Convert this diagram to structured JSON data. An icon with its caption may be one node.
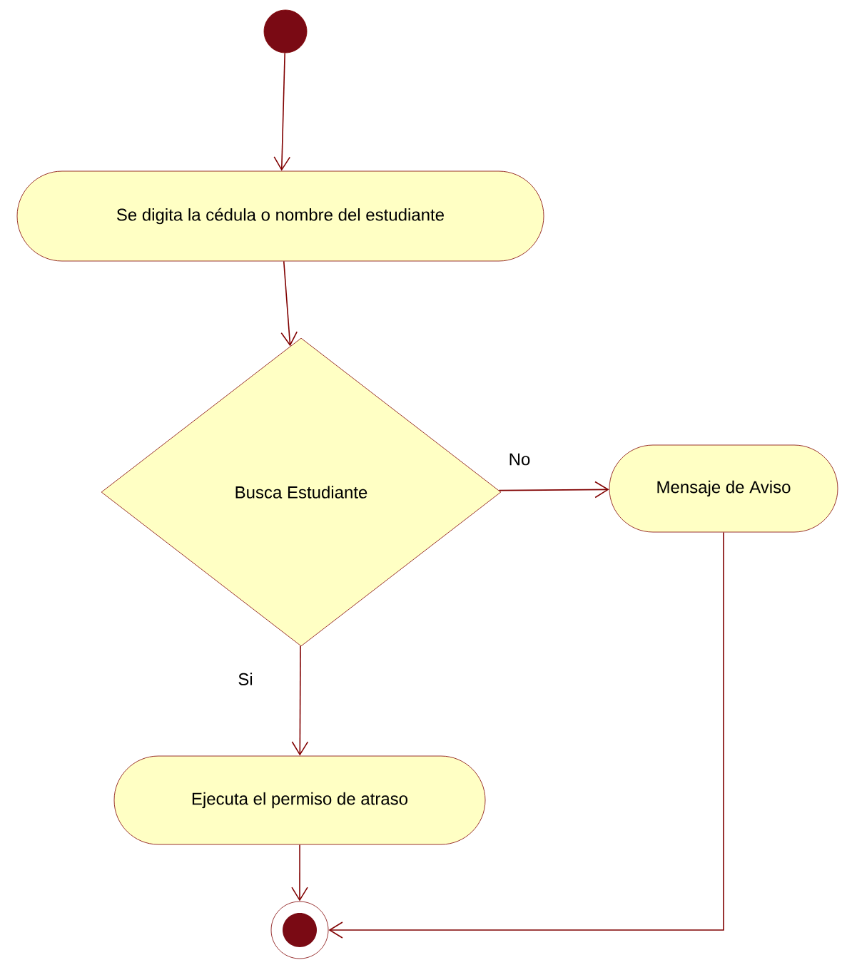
{
  "diagram": {
    "nodes": [
      {
        "text": [],
        "shape": "circle"
      },
      {
        "text": [
          "Se digita la cédula o nombre del estudiante"
        ]
      },
      {
        "text": [
          "Busca Estudiante"
        ]
      },
      {
        "text": [
          "Mensaje de Aviso"
        ]
      },
      {
        "text": [
          "Ejecuta el permiso de atraso"
        ]
      },
      {
        "text": [],
        "shape": "circle"
      }
    ],
    "edges": [
      {
        "from": 0,
        "to": 1,
        "arrow": "to"
      },
      {
        "from": 1,
        "to": 2,
        "arrow": "to"
      },
      {
        "from": 2,
        "to": 3,
        "arrow": "to",
        "label": "No"
      },
      {
        "from": 2,
        "to": 4,
        "arrow": "to",
        "label": "Si"
      },
      {
        "from": 4,
        "to": 5,
        "arrow": "to"
      },
      {
        "from": 3,
        "to": 5,
        "arrow": "to"
      }
    ]
  }
}
